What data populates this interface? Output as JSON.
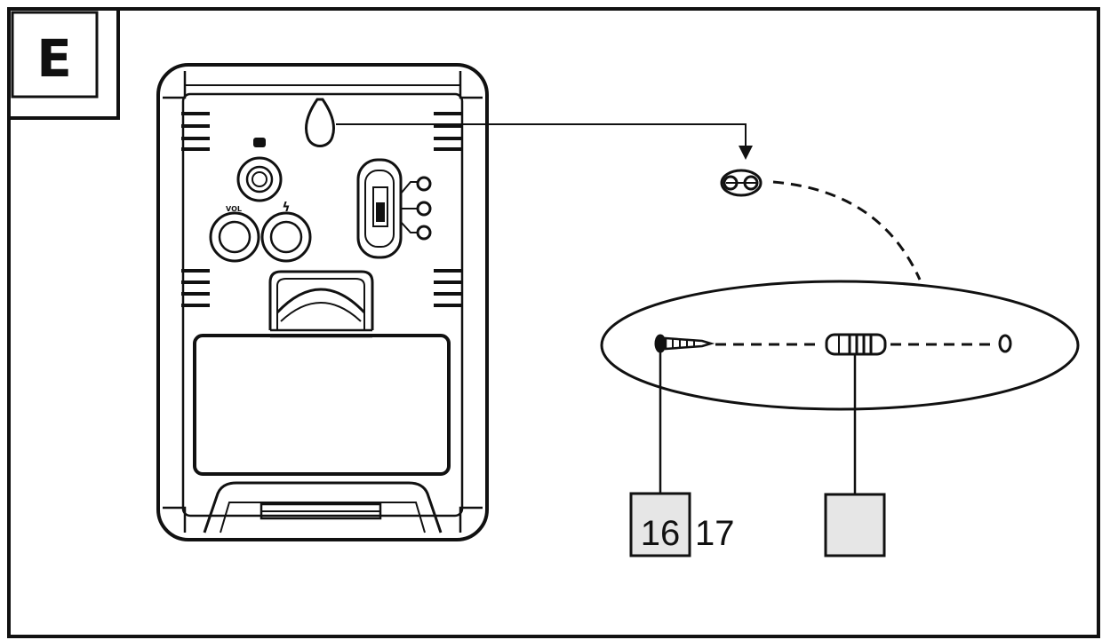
{
  "figure": {
    "section_label": "E",
    "callouts": [
      {
        "id": "screw",
        "numbers": [
          "16",
          "17"
        ]
      },
      {
        "id": "wall-plug",
        "numbers": []
      }
    ],
    "device_labels": {
      "volume_label": "VOL",
      "lightning_symbol": "ϟ"
    },
    "colors": {
      "line": "#111111",
      "callout_fill": "#e6e6e6",
      "background": "#ffffff"
    }
  }
}
